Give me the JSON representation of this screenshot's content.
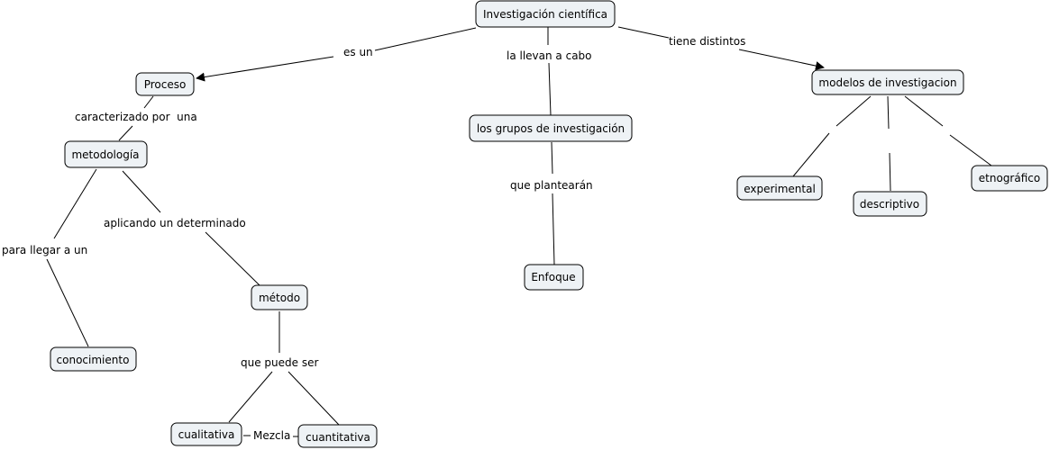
{
  "nodes": {
    "investigacion": "Investigación científica",
    "proceso": "Proceso",
    "metodologia": "metodología",
    "conocimiento": "conocimiento",
    "metodo": "método",
    "cualitativa": "cualitativa",
    "cuantitativa": "cuantitativa",
    "grupos": "los grupos de investigación",
    "enfoque": "Enfoque",
    "modelos": "modelos de investigacion",
    "experimental": "experimental",
    "descriptivo": "descriptivo",
    "etnografico": "etnográfico"
  },
  "links": {
    "es_un": "es un",
    "la_llevan": "la llevan a cabo",
    "tiene_distintos": "tiene distintos",
    "caracterizado": "caracterizado por  una",
    "para_llegar": "para llegar a un",
    "aplicando": "aplicando un determinado",
    "que_puede_ser": "que puede ser",
    "mezcla": "Mezcla",
    "que_plantearan": "que plantearán"
  }
}
